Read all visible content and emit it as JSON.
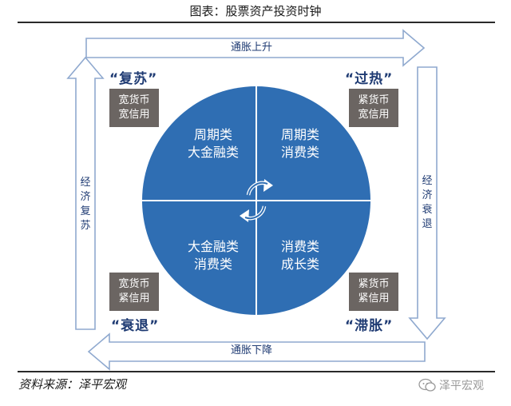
{
  "title": "图表：股票资产投资时钟",
  "source": "资料来源：泽平宏观",
  "brand": "泽平宏观",
  "arrows": {
    "top": "通胀上升",
    "right": "经济衰退",
    "bottom": "通胀下降",
    "left": "经济复苏"
  },
  "phases": {
    "top_left": "“复苏”",
    "top_right": "“过热”",
    "bottom_left": "“衰退”",
    "bottom_right": "“滞胀”"
  },
  "policy_boxes": {
    "top_left": [
      "宽货币",
      "宽信用"
    ],
    "top_right": [
      "紧货币",
      "宽信用"
    ],
    "bottom_left": [
      "宽货币",
      "紧信用"
    ],
    "bottom_right": [
      "紧货币",
      "紧信用"
    ]
  },
  "quadrants": {
    "top_left": [
      "周期类",
      "大金融类"
    ],
    "top_right": [
      "周期类",
      "消费类"
    ],
    "bottom_left": [
      "大金融类",
      "消费类"
    ],
    "bottom_right": [
      "消费类",
      "成长类"
    ]
  },
  "colors": {
    "circle": "#2f6eb3",
    "arrow_fill": "#ffffff",
    "arrow_stroke": "#8fa9cf",
    "policy_box": "#6b6562",
    "label_text": "#1f3b73"
  }
}
